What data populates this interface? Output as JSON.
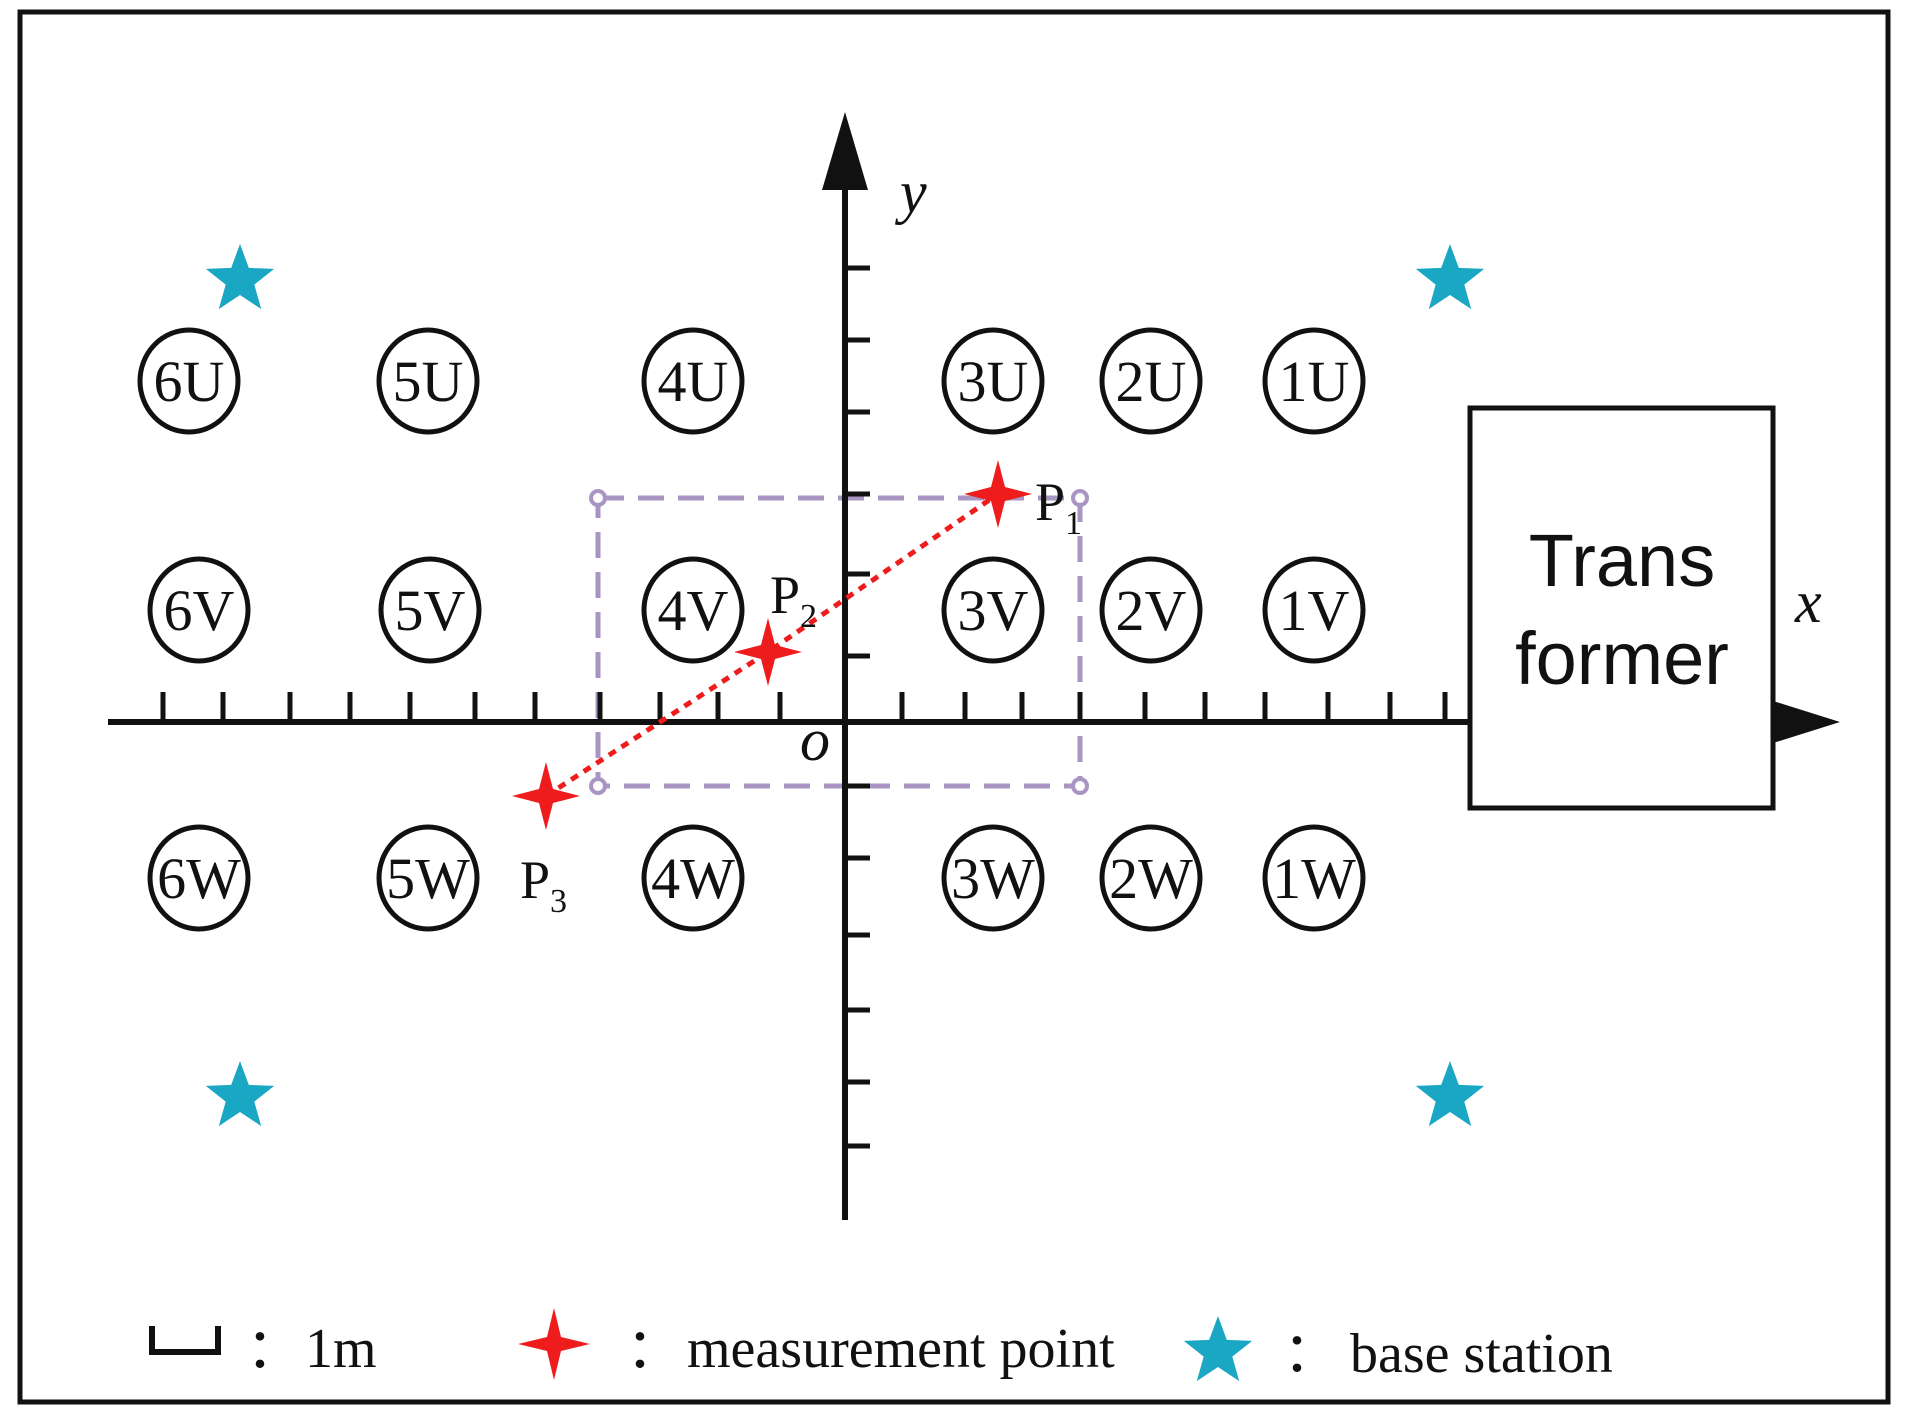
{
  "axes": {
    "x_label": "x",
    "y_label": "y",
    "origin_label": "o"
  },
  "transformer": {
    "line1": "Trans",
    "line2": "former"
  },
  "bushings": {
    "U": [
      "6U",
      "5U",
      "4U",
      "3U",
      "2U",
      "1U"
    ],
    "V": [
      "6V",
      "5V",
      "4V",
      "3V",
      "2V",
      "1V"
    ],
    "W": [
      "6W",
      "5W",
      "4W",
      "3W",
      "2W",
      "1W"
    ]
  },
  "points": [
    {
      "name": "P",
      "sub": "1"
    },
    {
      "name": "P",
      "sub": "2"
    },
    {
      "name": "P",
      "sub": "3"
    }
  ],
  "legend": {
    "scale_sep": "：",
    "scale_text": "1m",
    "point_sep": "：",
    "point_text": "measurement point",
    "station_sep": "：",
    "station_text": "base station"
  },
  "colors": {
    "measurement_point": "#ee1c1c",
    "base_station": "#1aa7c4",
    "region_dash": "#a895c2",
    "line": "#111111"
  }
}
